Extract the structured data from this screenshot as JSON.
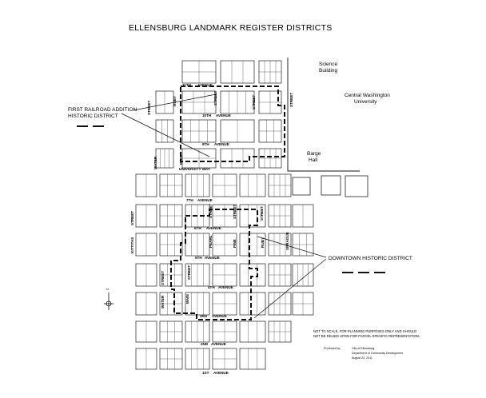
{
  "title": "ELLENSBURG LANDMARK REGISTER DISTRICTS",
  "labels": {
    "science_line1": "Science",
    "science_line2": "Building",
    "cwu_line1": "Central Washington",
    "cwu_line2": "University",
    "barge_line1": "Barge",
    "barge_line2": "Hall",
    "first_railroad_line1": "FIRST RAILROAD ADDITION",
    "first_railroad_line2": "HISTORIC DISTRICT",
    "downtown": "DOWNTOWN HISTORIC DISTRICT"
  },
  "streets": {
    "avenue": "AVENUE",
    "street": "STREET",
    "eleventh": "11TH",
    "tenth": "10TH",
    "ninth": "9TH",
    "university_way": "UNIVERSITY WAY",
    "seventh": "7TH",
    "sixth": "6TH",
    "fifth": "5TH",
    "fourth": "4TH",
    "third": "3RD",
    "second": "2ND",
    "first": "1ST",
    "water": "WATER",
    "main": "MAIN",
    "ruby": "RUBY",
    "kittitas": "KITTITAS",
    "pearl": "PEARL",
    "pine": "PINE",
    "sprague": "SPRAGUE"
  },
  "north": "N",
  "notes": {
    "disclaimer_line1": "NOT TO SCALE.  FOR PLANNING PURPOSES ONLY AND SHOULD",
    "disclaimer_line2": "NOT BE RELIED UPON FOR PARCEL SPECIFIC REPRESENTATION.",
    "produced_by": "Produced by:",
    "org_line1": "City of Ellensburg",
    "org_line2": "Department of Community Development",
    "date": "August 24, 2011"
  }
}
